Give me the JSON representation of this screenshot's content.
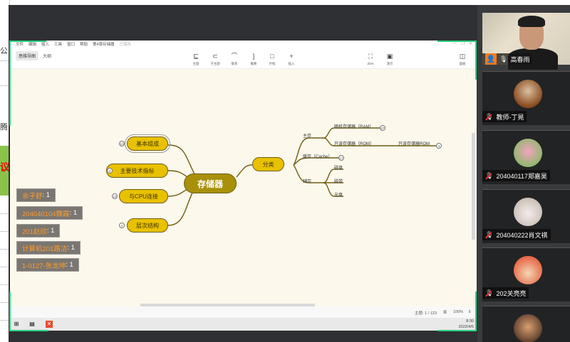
{
  "background_app": {
    "fragments": [
      "公",
      "腾",
      "议"
    ]
  },
  "mindmap_app": {
    "menu": [
      "文件",
      "编辑",
      "插入",
      "工具",
      "窗口",
      "帮助",
      "第4章存储器",
      "已保存"
    ],
    "view_tabs": [
      {
        "label": "思维导图",
        "active": true
      },
      {
        "label": "大纲",
        "active": false
      }
    ],
    "toolbar": [
      {
        "label": "主题",
        "icon": "topic-icon"
      },
      {
        "label": "子主题",
        "icon": "subtopic-icon"
      },
      {
        "label": "联系",
        "icon": "relationship-icon"
      },
      {
        "label": "概要",
        "icon": "summary-icon"
      },
      {
        "label": "外框",
        "icon": "boundary-icon"
      },
      {
        "label": "插入",
        "icon": "insert-icon"
      },
      {
        "label": "ZEN",
        "icon": "zen-icon"
      },
      {
        "label": "演示",
        "icon": "present-icon"
      },
      {
        "label": "面板",
        "icon": "panel-icon"
      }
    ],
    "central_topic": "存储器",
    "left_topics": [
      {
        "label": "基本组成",
        "badge": "13",
        "selected": true
      },
      {
        "label": "主要技术指标",
        "badge": "3"
      },
      {
        "label": "与CPU连接",
        "badge": "13"
      },
      {
        "label": "层次结构",
        "badge": "4"
      }
    ],
    "right_topic": "分类",
    "right_branches": {
      "main_memory": "主存",
      "ram": "随机存储器（RAM）",
      "ram_badge": "27",
      "rom": "只读存储器（ROM）",
      "rom_child": "只读存储器ROM",
      "rom_badge": "4",
      "cache": "缓存（Cache）",
      "cache_badge": "17",
      "aux": "辅存",
      "aux_items": [
        "磁盘",
        "磁带",
        "光盘"
      ]
    },
    "status": {
      "topic_count": "主题: 1 / 123",
      "zoom": "100%"
    },
    "clock": {
      "time": "8:30",
      "date": "2022/4/5"
    }
  },
  "rank_overlay": [
    {
      "name": "余子舒",
      "count": ": 1"
    },
    {
      "name": "204040104魏霞",
      "count": ": 1"
    },
    {
      "name": "201赵欣",
      "count": ": 1"
    },
    {
      "name": "计算机201路洁",
      "count": ": 1"
    },
    {
      "name": "1-0127-张龙坤",
      "count": ": 1"
    }
  ],
  "participants": [
    {
      "name": "高春雨",
      "role": "host",
      "mic": "on",
      "video": true
    },
    {
      "name": "教师-丁晃",
      "mic": "off"
    },
    {
      "name": "204040117郑嘉昊",
      "mic": "off"
    },
    {
      "name": "204040222肖文祺",
      "mic": "off"
    },
    {
      "name": "202关亮亮",
      "mic": "off"
    },
    {
      "name": "",
      "mic": "off"
    }
  ],
  "colors": {
    "accent_green": "#2ad27f",
    "topic_fill": "#e8c100",
    "central_fill": "#a8900a",
    "rank_name": "#ff9c2a",
    "host_badge": "#f47a20"
  }
}
